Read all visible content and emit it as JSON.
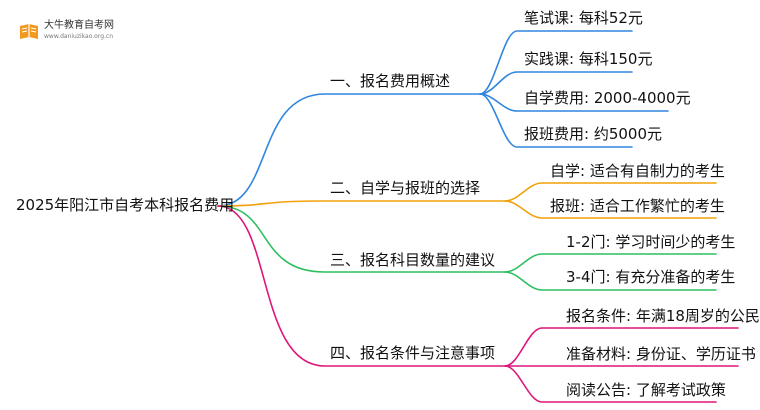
{
  "logo": {
    "name": "大牛教育自考网",
    "url": "www.daniuzikao.org.cn"
  },
  "root": {
    "label": "2025年阳江市自考本科报名费用"
  },
  "branches": [
    {
      "label": "一、报名费用概述",
      "color": "#2f86de",
      "children": [
        "笔试课: 每科52元",
        "实践课: 每科150元",
        "自学费用: 2000-4000元",
        "报班费用: 约5000元"
      ]
    },
    {
      "label": "二、自学与报班的选择",
      "color": "#f2a10a",
      "children": [
        "自学: 适合有自制力的考生",
        "报班: 适合工作繁忙的考生"
      ]
    },
    {
      "label": "三、报名科目数量的建议",
      "color": "#2fbf60",
      "children": [
        "1-2门: 学习时间少的考生",
        "3-4门: 有充分准备的考生"
      ]
    },
    {
      "label": "四、报名条件与注意事项",
      "color": "#e0157a",
      "children": [
        "报名条件: 年满18周岁的公民",
        "准备材料: 身份证、学历证书",
        "阅读公告: 了解考试政策"
      ]
    }
  ]
}
